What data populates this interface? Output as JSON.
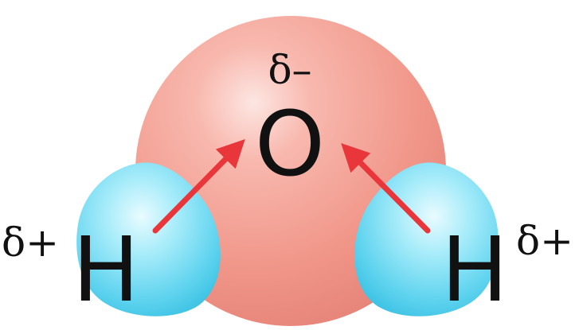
{
  "molecule": {
    "oxygen": {
      "symbol": "O",
      "charge": "δ–",
      "color": "#f29a8f"
    },
    "hydrogen_left": {
      "symbol": "H",
      "charge": "δ+",
      "color": "#5fd3ee"
    },
    "hydrogen_right": {
      "symbol": "H",
      "charge": "δ+",
      "color": "#5fd3ee"
    },
    "arrow_color": "#e8363b"
  }
}
